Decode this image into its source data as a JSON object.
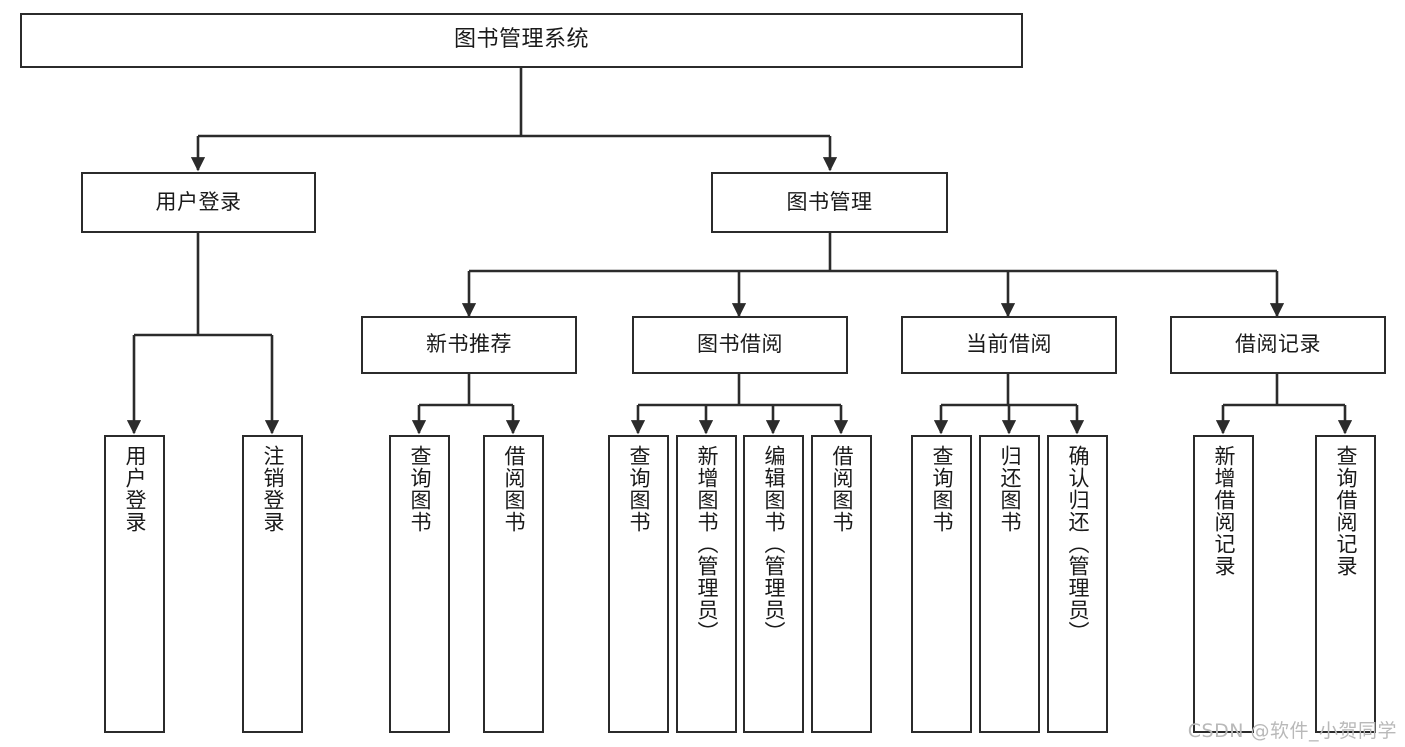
{
  "diagram": {
    "type": "tree-hierarchy",
    "title": "图书管理系统",
    "root": {
      "id": "root",
      "label": "图书管理系统",
      "orientation": "horizontal"
    },
    "level2": [
      {
        "id": "user-login",
        "label": "用户登录",
        "orientation": "horizontal"
      },
      {
        "id": "book-management",
        "label": "图书管理",
        "orientation": "horizontal"
      }
    ],
    "level3": [
      {
        "id": "new-book-recommend",
        "label": "新书推荐",
        "orientation": "horizontal",
        "parent": "book-management"
      },
      {
        "id": "book-borrow",
        "label": "图书借阅",
        "orientation": "horizontal",
        "parent": "book-management"
      },
      {
        "id": "current-borrow",
        "label": "当前借阅",
        "orientation": "horizontal",
        "parent": "book-management"
      },
      {
        "id": "borrow-record",
        "label": "借阅记录",
        "orientation": "horizontal",
        "parent": "book-management"
      }
    ],
    "leaves": [
      {
        "id": "leaf-user-login",
        "label": "用户登录",
        "parent": "user-login"
      },
      {
        "id": "leaf-logout-login",
        "label": "注销登录",
        "parent": "user-login"
      },
      {
        "id": "leaf-query-book-1",
        "label": "查询图书",
        "parent": "new-book-recommend"
      },
      {
        "id": "leaf-borrow-book-1",
        "label": "借阅图书",
        "parent": "new-book-recommend"
      },
      {
        "id": "leaf-query-book-2",
        "label": "查询图书",
        "parent": "book-borrow"
      },
      {
        "id": "leaf-add-book",
        "label": "新增图书（管理员）",
        "parent": "book-borrow"
      },
      {
        "id": "leaf-edit-book",
        "label": "编辑图书（管理员）",
        "parent": "book-borrow"
      },
      {
        "id": "leaf-borrow-book-2",
        "label": "借阅图书",
        "parent": "book-borrow"
      },
      {
        "id": "leaf-query-book-3",
        "label": "查询图书",
        "parent": "current-borrow"
      },
      {
        "id": "leaf-return-book",
        "label": "归还图书",
        "parent": "current-borrow"
      },
      {
        "id": "leaf-confirm-return",
        "label": "确认归还（管理员）",
        "parent": "current-borrow"
      },
      {
        "id": "leaf-add-record",
        "label": "新增借阅记录",
        "parent": "borrow-record"
      },
      {
        "id": "leaf-query-record",
        "label": "查询借阅记录",
        "parent": "borrow-record"
      }
    ],
    "colors": {
      "border": "#2b2b2b",
      "background": "#ffffff",
      "text": "#1a1a1a",
      "connector": "#2b2b2b",
      "watermark": "#b9b9b9"
    }
  },
  "watermark": {
    "text": "CSDN @软件_小贺同学"
  }
}
